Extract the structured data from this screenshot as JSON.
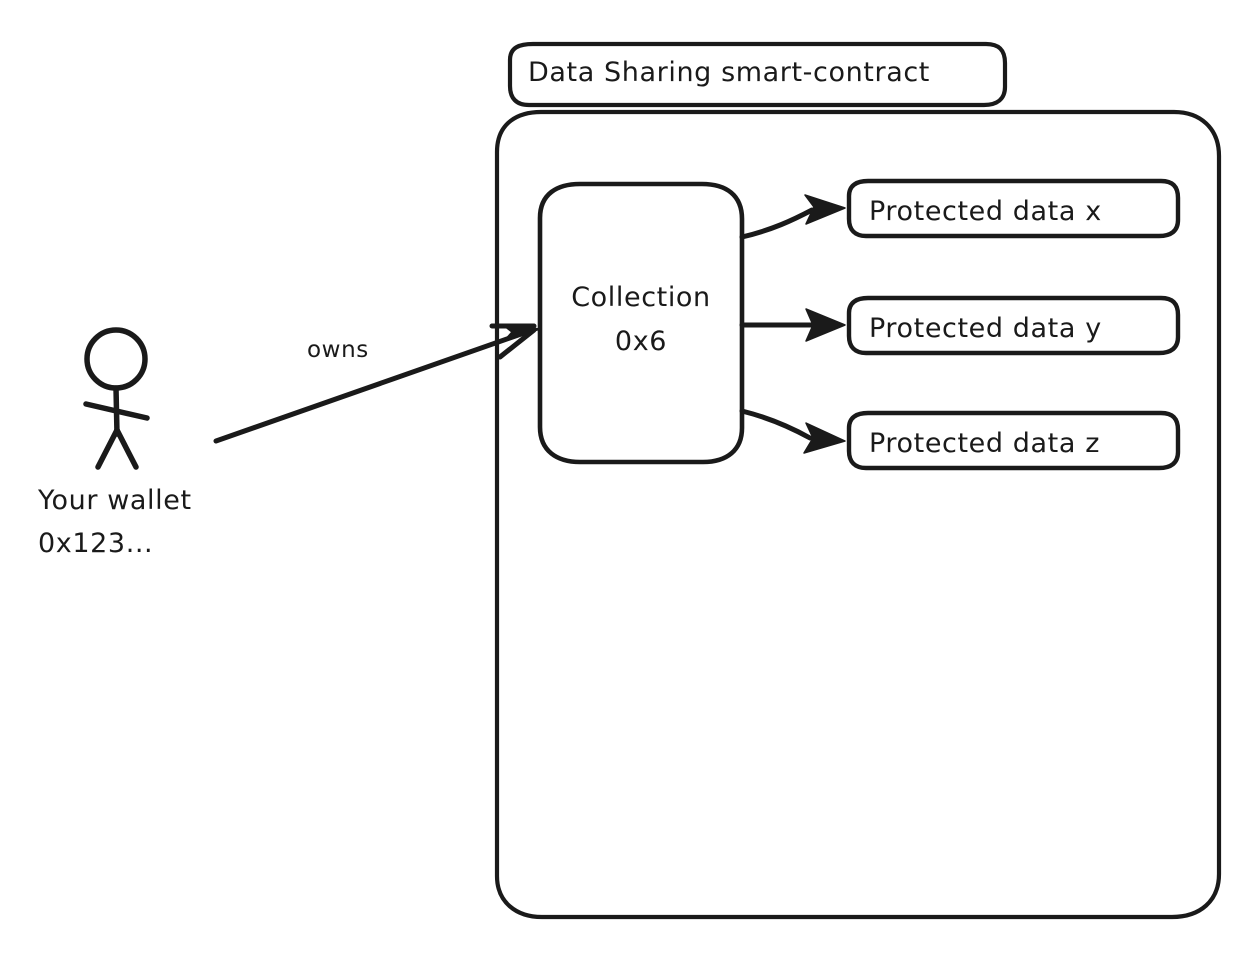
{
  "diagram": {
    "title": "Data Sharing smart-contract",
    "background_color": "#ffffff",
    "stroke_color": "#1a1a1a",
    "fill_color": "#ffffff",
    "style": "hand-drawn whiteboard sketch"
  },
  "actor": {
    "icon": "stick-figure-person-icon",
    "label_line1": "Your wallet",
    "label_line2": "0x123..."
  },
  "edges": [
    {
      "id": "owns",
      "label": "owns",
      "from": "Your wallet 0x123...",
      "to": "Collection 0x6"
    },
    {
      "id": "collection-to-x",
      "label": "",
      "from": "Collection 0x6",
      "to": "Protected data x"
    },
    {
      "id": "collection-to-y",
      "label": "",
      "from": "Collection 0x6",
      "to": "Protected data y"
    },
    {
      "id": "collection-to-z",
      "label": "",
      "from": "Collection 0x6",
      "to": "Protected data z"
    }
  ],
  "contract": {
    "title": "Data Sharing smart-contract",
    "collection": {
      "name": "Collection",
      "address": "0x6"
    },
    "protected_data": [
      {
        "label": "Protected data x"
      },
      {
        "label": "Protected data y"
      },
      {
        "label": "Protected data z"
      }
    ]
  }
}
